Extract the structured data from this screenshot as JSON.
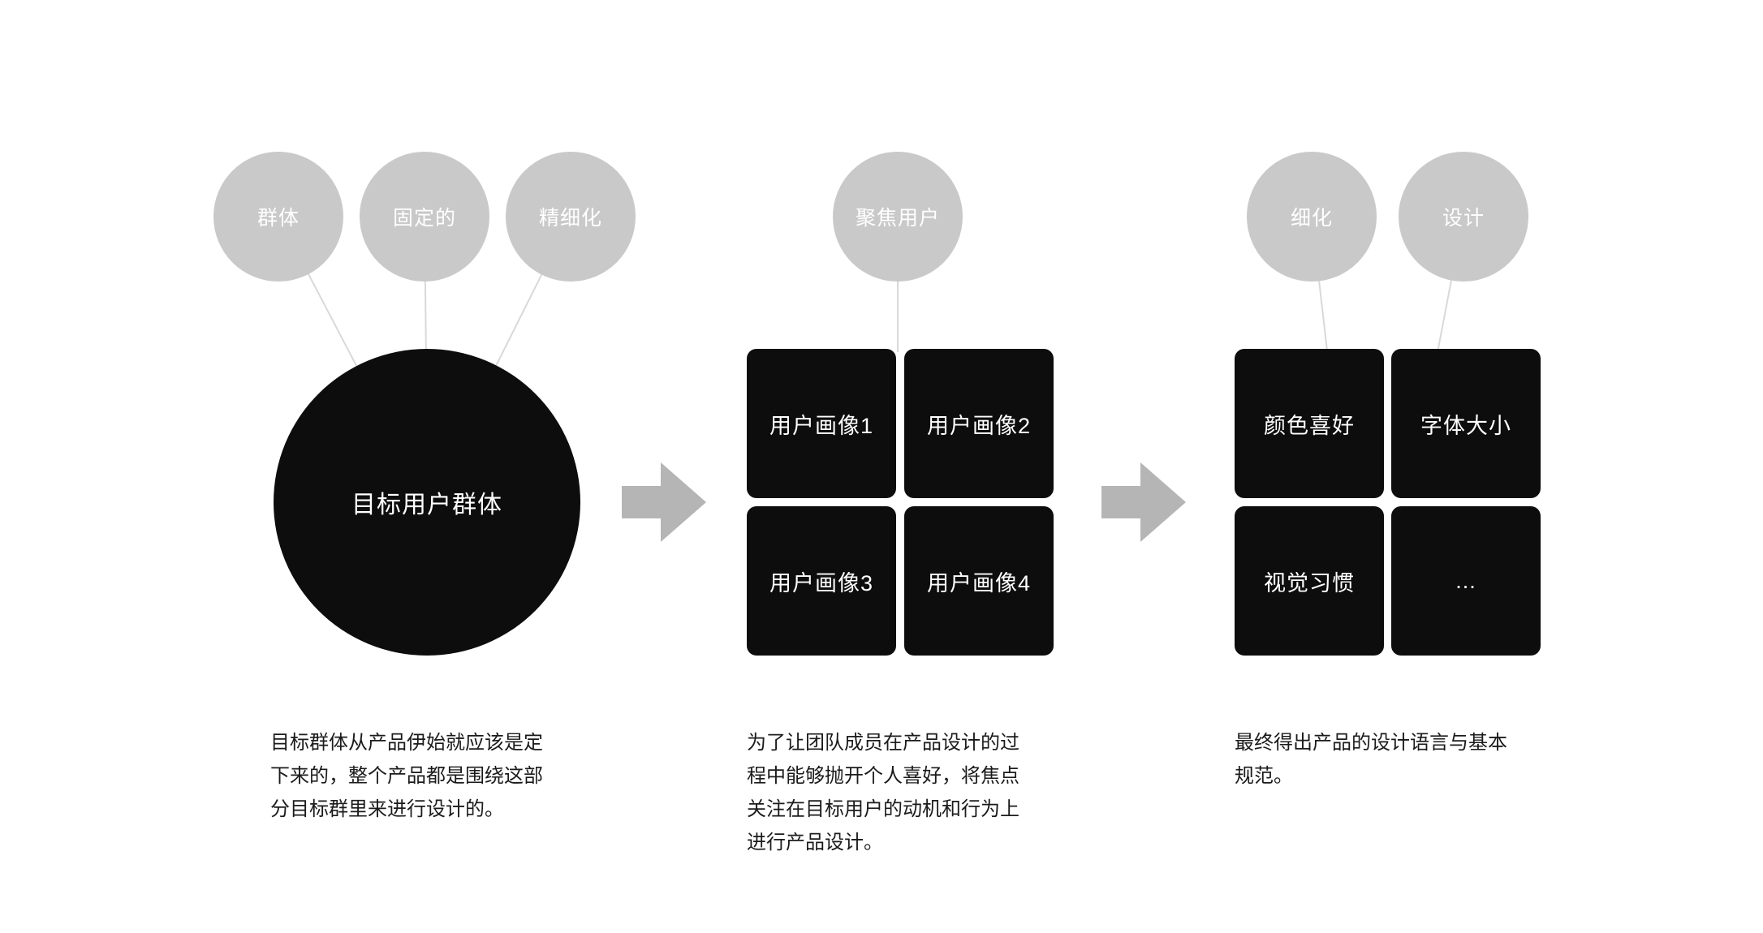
{
  "colors": {
    "background": "#ffffff",
    "bubble_gray": "#c9c9c9",
    "bubble_text": "#ffffff",
    "shape_black": "#0d0d0d",
    "shape_text": "#ffffff",
    "arrow_gray": "#b5b5b5",
    "connector_gray": "#d9d9d9",
    "caption_text": "#1b1b1b"
  },
  "flow": {
    "step1": {
      "bubbles": [
        "群体",
        "固定的",
        "精细化"
      ],
      "circle_label": "目标用户群体",
      "caption": "目标群体从产品伊始就应该是定下来的，整个产品都是围绕这部分目标群里来进行设计的。"
    },
    "step2": {
      "bubble": "聚焦用户",
      "cards": [
        "用户画像1",
        "用户画像2",
        "用户画像3",
        "用户画像4"
      ],
      "caption": "为了让团队成员在产品设计的过程中能够抛开个人喜好，将焦点关注在目标用户的动机和行为上进行产品设计。"
    },
    "step3": {
      "bubbles": [
        "细化",
        "设计"
      ],
      "cards": [
        "颜色喜好",
        "字体大小",
        "视觉习惯",
        "..."
      ],
      "caption": "最终得出产品的设计语言与基本规范。"
    }
  }
}
